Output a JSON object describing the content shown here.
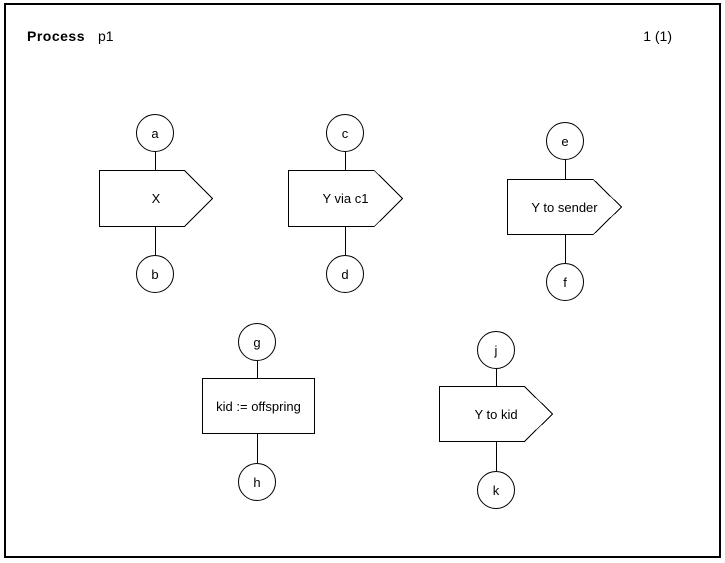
{
  "header": {
    "kind": "Process",
    "name": "p1",
    "page": "1 (1)"
  },
  "diagram": {
    "flows": [
      {
        "start": "a",
        "symbol": {
          "type": "output",
          "label": "X"
        },
        "end": "b"
      },
      {
        "start": "c",
        "symbol": {
          "type": "output",
          "label": "Y via c1"
        },
        "end": "d"
      },
      {
        "start": "e",
        "symbol": {
          "type": "output",
          "label": "Y to sender"
        },
        "end": "f"
      },
      {
        "start": "g",
        "symbol": {
          "type": "task",
          "label": "kid := offspring"
        },
        "end": "h"
      },
      {
        "start": "j",
        "symbol": {
          "type": "output",
          "label": "Y to kid"
        },
        "end": "k"
      }
    ]
  },
  "colors": {
    "ink": "#000000",
    "paper": "#ffffff"
  }
}
